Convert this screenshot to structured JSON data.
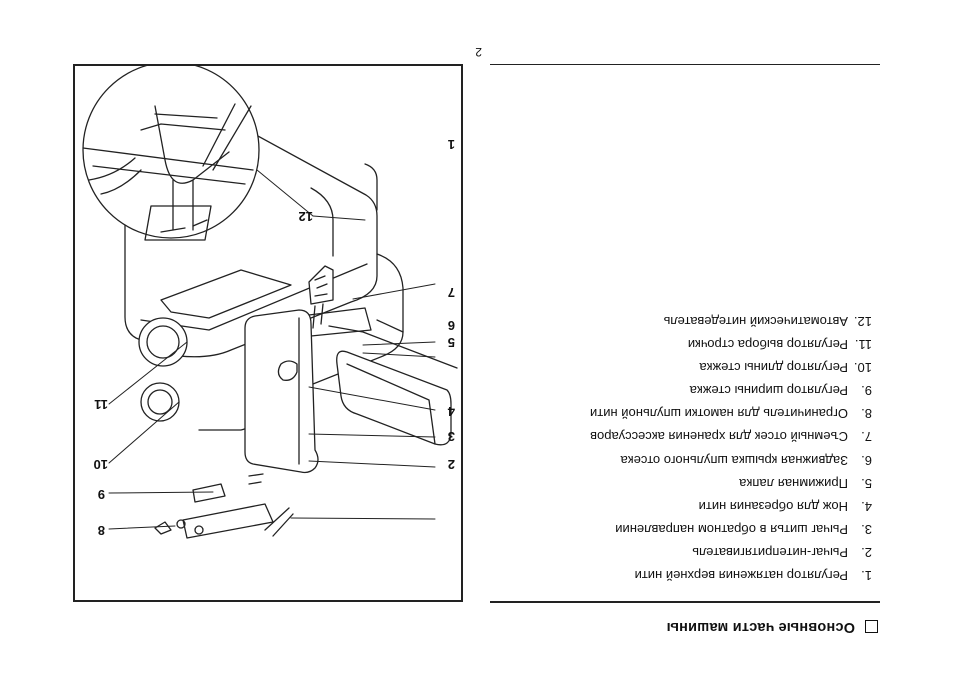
{
  "page_number": "2",
  "section": {
    "title": "Основные части машины",
    "parts": [
      {
        "num": "1.",
        "label": "Регулятор натяжения верхней нити"
      },
      {
        "num": "2.",
        "label": "Рычаг-нитепритягиватель"
      },
      {
        "num": "3.",
        "label": "Рычаг шитья в обратном направлении"
      },
      {
        "num": "4.",
        "label": "Нож для обрезания нити"
      },
      {
        "num": "5.",
        "label": "Прижимная лапка"
      },
      {
        "num": "6.",
        "label": "Задвижная крышка шпульного отсека"
      },
      {
        "num": "7.",
        "label": "Съемный отсек для хранения аксессуаров"
      },
      {
        "num": "8.",
        "label": "Ограничитель для намотки шпульной нити"
      },
      {
        "num": "9.",
        "label": "Регулятор ширины стежка"
      },
      {
        "num": "10.",
        "label": "Регулятор длины стежка"
      },
      {
        "num": "11.",
        "label": "Регулятор выбора строчки"
      },
      {
        "num": "12.",
        "label": "Автоматический нитедеватель"
      }
    ]
  },
  "diagram": {
    "callouts": {
      "c1": "1",
      "c2": "2",
      "c3": "3",
      "c4": "4",
      "c5": "5",
      "c6": "6",
      "c7": "7",
      "c8": "8",
      "c9": "9",
      "c10": "10",
      "c11": "11",
      "c12": "12"
    }
  }
}
